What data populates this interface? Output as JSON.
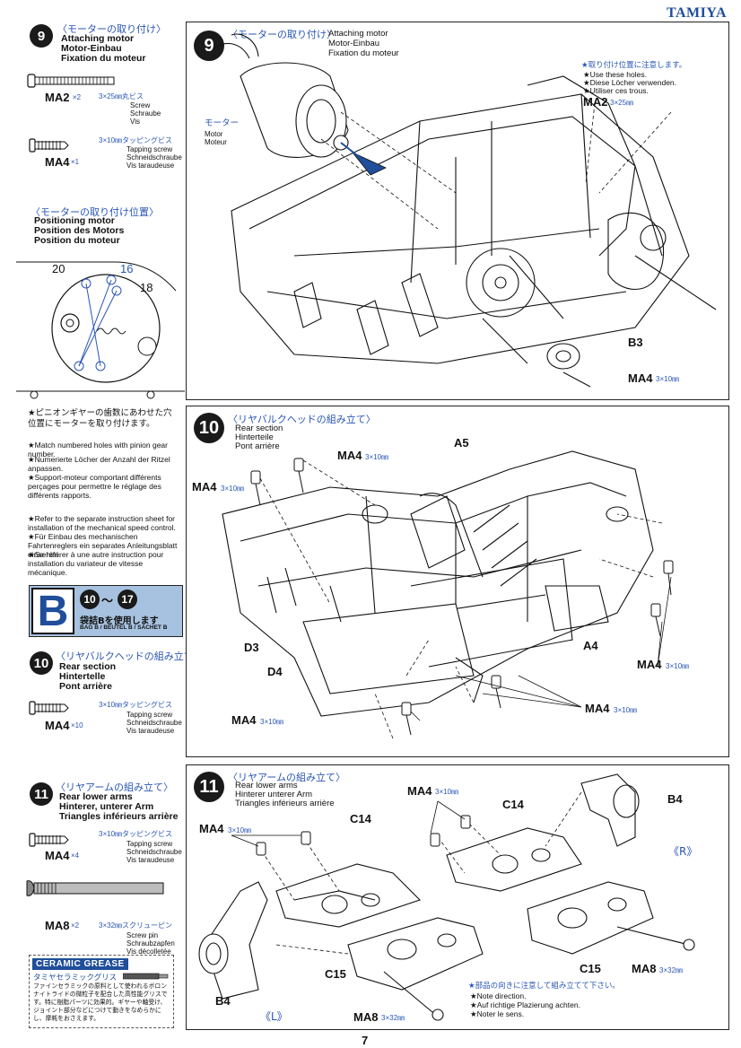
{
  "brand": "TAMIYA",
  "page_number": "7",
  "left": {
    "step9": {
      "num": "9",
      "title_jp": "〈モーターの取り付け〉",
      "title_en": "Attaching motor",
      "title_de": "Motor-Einbau",
      "title_fr": "Fixation du moteur",
      "parts": [
        {
          "code": "MA2",
          "qty": "×2",
          "spec": "3×25㎜丸ビス",
          "desc": [
            "Screw",
            "Schraube",
            "Vis"
          ]
        },
        {
          "code": "MA4",
          "qty": "×1",
          "spec": "3×10㎜タッピングビス",
          "desc": [
            "Tapping screw",
            "Schneidschraube",
            "Vis taraudeuse"
          ]
        }
      ]
    },
    "positioning": {
      "title_jp": "〈モーターの取り付け位置〉",
      "title_en": "Positioning motor",
      "title_de": "Position des Motors",
      "title_fr": "Position du moteur",
      "gear_labels": [
        "20",
        "16",
        "18"
      ]
    },
    "notes1": {
      "jp": "★ピニオンギヤーの歯数にあわせた穴位置にモーターを取り付けます。",
      "en": "★Match numbered holes with pinion gear number.",
      "de": "★Numerierte Löcher der Anzahl der Ritzel anpassen.",
      "fr": "★Support-moteur comportant différents perçages pour permettre le réglage des différents rapports."
    },
    "notes2": {
      "en": "★Refer to the separate instruction sheet for installation of the mechanical speed control.",
      "de": "★Für Einbau des mechanischen Fahrtenreglers ein separates Anleitungsblatt einsehen.",
      "fr": "★Se référer à une autre instruction pour installation du variateur de vitesse mécanique."
    },
    "bag": {
      "letter": "B",
      "range_from": "10",
      "range_sep": "〜",
      "range_to": "17",
      "use_jp": "袋詰Bを使用します",
      "label": "BAG B / BEUTEL B / SACHET B"
    },
    "step10": {
      "num": "10",
      "title_jp": "〈リヤバルクヘッドの組み立て〉",
      "title_en": "Rear section",
      "title_de": "Hintertelle",
      "title_fr": "Pont arrière",
      "parts": [
        {
          "code": "MA4",
          "qty": "×10",
          "spec": "3×10㎜タッピングビス",
          "desc": [
            "Tapping screw",
            "Schneidschraube",
            "Vis taraudeuse"
          ]
        }
      ]
    },
    "step11": {
      "num": "11",
      "title_jp": "〈リヤアームの組み立て〉",
      "title_en": "Rear lower arms",
      "title_de": "Hinterer, unterer Arm",
      "title_fr": "Triangles inférieurs arrière",
      "parts": [
        {
          "code": "MA4",
          "qty": "×4",
          "spec": "3×10㎜タッピングビス",
          "desc": [
            "Tapping screw",
            "Schneidschraube",
            "Vis taraudeuse"
          ]
        },
        {
          "code": "MA8",
          "qty": "×2",
          "spec": "3×32㎜スクリューピン",
          "desc": [
            "Screw pin",
            "Schraubzapfen",
            "Vis décolletée"
          ]
        }
      ]
    },
    "grease": {
      "logo": "CERAMIC GREASE",
      "name_jp": "タミヤセラミックグリス",
      "text_jp": "ファインセラミックの原料として使われるボロンナイトライドの微粒子を配合した高性能グリスです。特に樹脂パーツに効果的。ギヤーや軸受け、ジョイント部分などにつけて動きをなめらかにし、摩耗をおさえます。"
    }
  },
  "panel9": {
    "num": "9",
    "title_jp": "〈モーターの取り付け〉",
    "title_en": "Attaching motor",
    "title_de": "Motor-Einbau",
    "title_fr": "Fixation du moteur",
    "motor_jp": "モーター",
    "motor_en": "Motor",
    "motor_de": "Moteur",
    "note_jp": "★取り付け位置に注意します。",
    "note_en": "★Use these holes.",
    "note_de": "★Diese Löcher verwenden.",
    "note_fr": "★Utiliser ces trous.",
    "ma2": "MA2",
    "ma2_spec": "3×25㎜",
    "b3": "B3",
    "ma4": "MA4",
    "ma4_spec": "3×10㎜"
  },
  "panel10": {
    "num": "10",
    "title_jp": "〈リヤバルクヘッドの組み立て〉",
    "title_en": "Rear section",
    "title_de": "Hinterteile",
    "title_fr": "Pont arrière",
    "labels": {
      "ma4_a": "MA4",
      "ma4_a_spec": "3×10㎜",
      "ma4_b": "MA4",
      "ma4_b_spec": "3×10㎜",
      "a5": "A5",
      "a4": "A4",
      "d3": "D3",
      "d4": "D4",
      "ma4_c": "MA4",
      "ma4_c_spec": "3×10㎜",
      "ma4_d": "MA4",
      "ma4_d_spec": "3×10㎜",
      "ma4_e": "MA4",
      "ma4_e_spec": "3×10㎜"
    }
  },
  "panel11": {
    "num": "11",
    "title_jp": "〈リヤアームの組み立て〉",
    "title_en": "Rear lower arms",
    "title_de": "Hinterer unterer Arm",
    "title_fr": "Triangles inférieurs arrière",
    "labels": {
      "ma4_top": "MA4",
      "ma4_top_spec": "3×10㎜",
      "ma4_left": "MA4",
      "ma4_left_spec": "3×10㎜",
      "c14_left": "C14",
      "c14_right": "C14",
      "b4_right": "B4",
      "b4_left": "B4",
      "c15_left": "C15",
      "c15_right": "C15",
      "ma8_right": "MA8",
      "ma8_right_spec": "3×32㎜",
      "ma8_left": "MA8",
      "ma8_left_spec": "3×32㎜",
      "side_r": "《R》",
      "side_l": "《L》"
    },
    "note_jp": "★部品の向きに注意して組み立てて下さい。",
    "note_en": "★Note direction.",
    "note_de": "★Auf richtige Plazierung achten.",
    "note_fr": "★Noter le sens."
  },
  "colors": {
    "accent_blue": "#2a56b5",
    "bag_blue": "#a7c2e0",
    "ink": "#111111"
  }
}
